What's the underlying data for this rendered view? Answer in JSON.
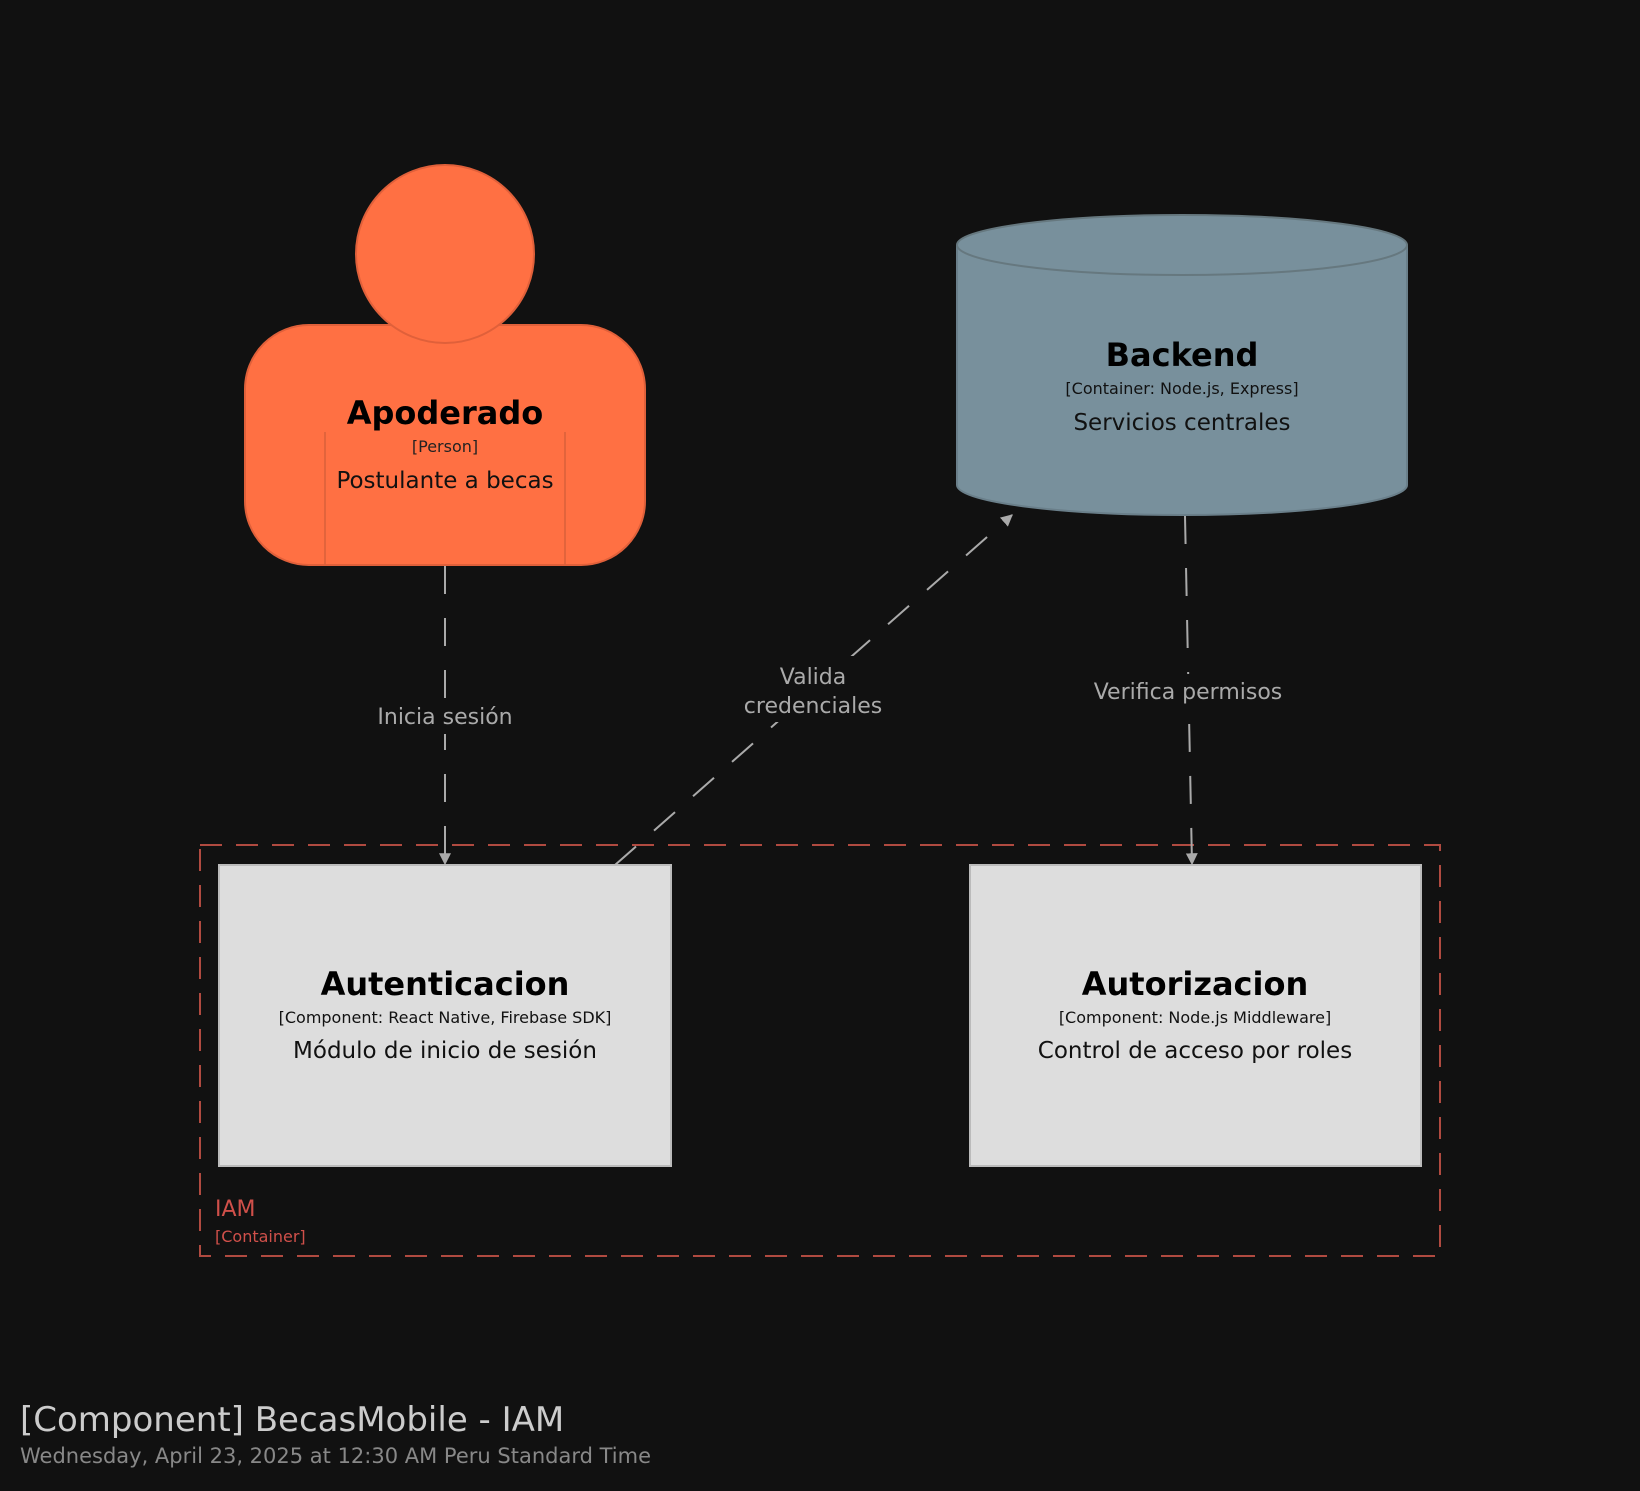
{
  "nodes": {
    "apoderado": {
      "name": "Apoderado",
      "technology": "[Person]",
      "description": "Postulante a becas",
      "color": "#ff7043"
    },
    "backend": {
      "name": "Backend",
      "technology": "[Container: Node.js, Express]",
      "description": "Servicios centrales",
      "color": "#78909c"
    },
    "autenticacion": {
      "name": "Autenticacion",
      "technology": "[Component: React Native, Firebase SDK]",
      "description": "Módulo de inicio de sesión",
      "color": "#dddddd"
    },
    "autorizacion": {
      "name": "Autorizacion",
      "technology": "[Component: Node.js Middleware]",
      "description": "Control de acceso por roles",
      "color": "#dddddd"
    }
  },
  "boundary": {
    "name": "IAM",
    "type": "[Container]",
    "color": "#c0473c"
  },
  "relationships": {
    "inicia": {
      "label": "Inicia sesión"
    },
    "valida": {
      "label_line1": "Valida",
      "label_line2": "credenciales"
    },
    "verifica": {
      "label": "Verifica permisos"
    }
  },
  "footer": {
    "title": "[Component] BecasMobile - IAM",
    "date": "Wednesday, April 23, 2025 at 12:30 AM Peru Standard Time"
  }
}
